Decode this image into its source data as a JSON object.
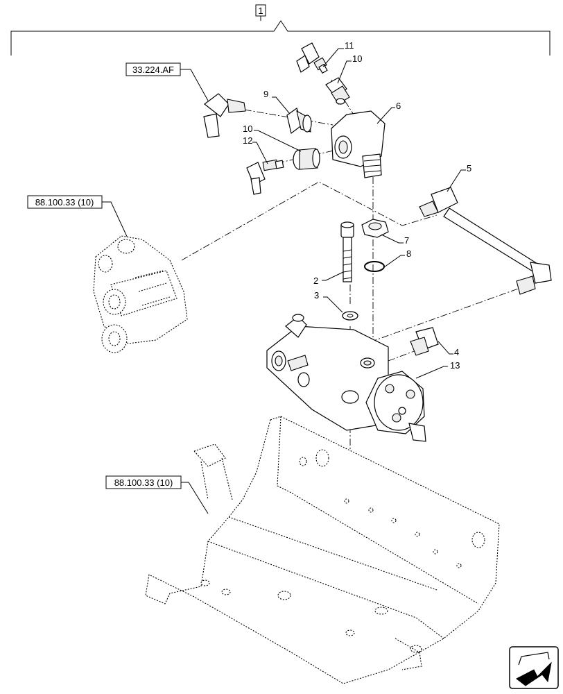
{
  "assembly_label": "1",
  "references": [
    {
      "id": "ref-33224af",
      "text": "33.224.AF"
    },
    {
      "id": "ref-8810033-top",
      "text": "88.100.33 (10)"
    },
    {
      "id": "ref-8810033-bottom",
      "text": "88.100.33 (10)"
    }
  ],
  "callouts": [
    "11",
    "10",
    "9",
    "6",
    "10",
    "12",
    "5",
    "7",
    "8",
    "2",
    "3",
    "4",
    "13"
  ],
  "nav_icon": "next-page-arrow-icon"
}
